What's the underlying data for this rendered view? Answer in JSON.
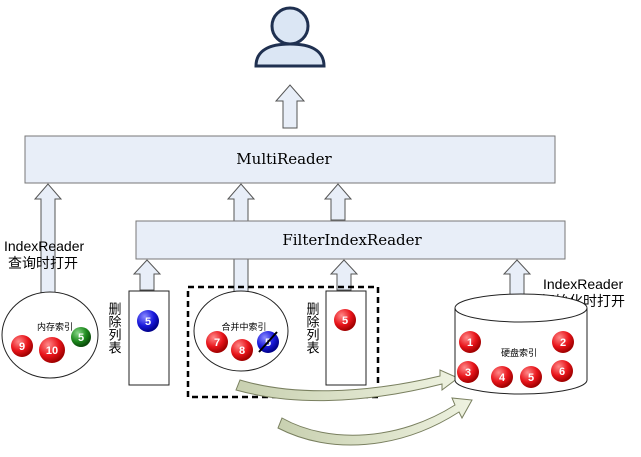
{
  "boxes": {
    "multireader": "MultiReader",
    "filterindexreader": "FilterIndexReader"
  },
  "labels": {
    "indexreader_query_line1": "IndexReader",
    "indexreader_query_line2": "查询时打开",
    "indexreader_init_line1": "IndexReader",
    "indexreader_init_line2": "初始化时打开",
    "deletion_list": "删除列表"
  },
  "memory_index": {
    "label": "内存索引",
    "docs": [
      "9",
      "10",
      "5"
    ]
  },
  "deletion_list_left": {
    "doc": "5"
  },
  "merging_index": {
    "label": "合并中索引",
    "docs": [
      "7",
      "8",
      "5"
    ]
  },
  "deletion_list_right": {
    "doc": "5"
  },
  "disk_index": {
    "label": "硬盘索引",
    "docs": [
      "1",
      "2",
      "3",
      "4",
      "5",
      "6"
    ]
  },
  "colors": {
    "box_fill": "#e8eef8",
    "red_doc": "#e8141a",
    "blue_doc": "#1a1adc",
    "green_doc": "#1e8a1e",
    "user_fill": "#dbe6f4"
  }
}
